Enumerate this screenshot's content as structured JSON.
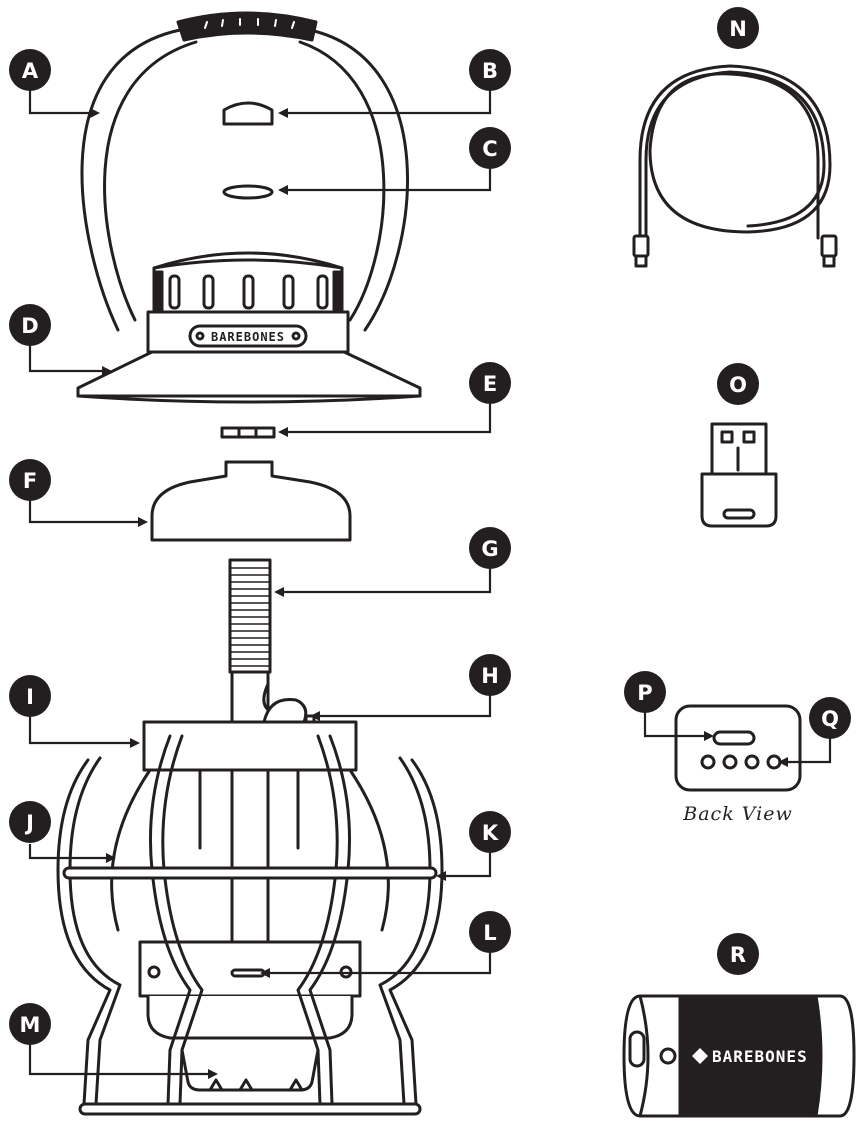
{
  "labels": {
    "A": "A",
    "B": "B",
    "C": "C",
    "D": "D",
    "E": "E",
    "F": "F",
    "G": "G",
    "H": "H",
    "I": "I",
    "J": "J",
    "K": "K",
    "L": "L",
    "M": "M",
    "N": "N",
    "O": "O",
    "P": "P",
    "Q": "Q",
    "R": "R"
  },
  "brand": {
    "lamp_badge": "BAREBONES",
    "battery": "BAREBONES"
  },
  "back_view_caption": "Back View",
  "colors": {
    "ink": "#231f20",
    "paper": "#ffffff"
  }
}
